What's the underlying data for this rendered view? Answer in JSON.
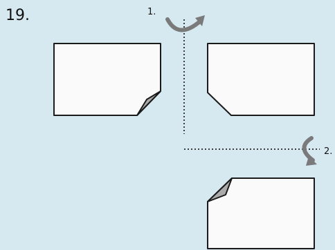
{
  "question_number": "19.",
  "steps": [
    {
      "label": "1."
    },
    {
      "label": "2."
    }
  ],
  "colors": {
    "background": "#d6e9f1",
    "card_fill": "#fafafa",
    "card_stroke": "#1a1a1a",
    "fold_fill": "#aaaaaa",
    "arrow": "#7a7a7a",
    "axis": "#3a3a3a"
  }
}
